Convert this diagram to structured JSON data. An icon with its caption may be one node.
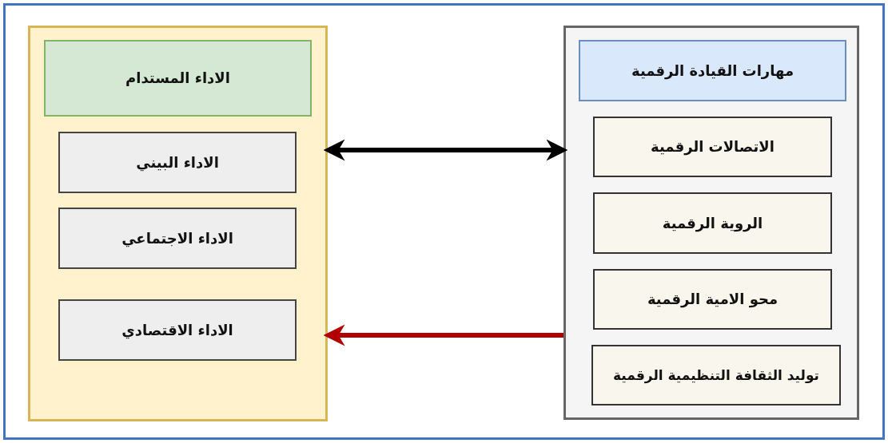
{
  "diagram": {
    "nodes": [
      {
        "text": [],
        "shape": "box"
      },
      {
        "text": [
          "الاداء المستدام"
        ],
        "in": 0
      },
      {
        "text": [
          "الاداء البيني"
        ],
        "in": 0
      },
      {
        "text": [
          "الاداء الاجتماعي"
        ],
        "in": 0
      },
      {
        "text": [
          "الاداء الاقتصادي"
        ],
        "in": 0
      },
      {
        "text": [],
        "shape": "box"
      },
      {
        "text": [
          "مهارات القيادة الرقمية"
        ],
        "in": 5
      },
      {
        "text": [
          "الاتصالات الرقمية"
        ],
        "in": 5
      },
      {
        "text": [
          "الروية الرقمية"
        ],
        "in": 5
      },
      {
        "text": [
          "محو الامية الرقمية"
        ],
        "in": 5
      },
      {
        "text": [
          "توليد الثقافة التنظيمية الرقمية"
        ],
        "in": 5
      }
    ],
    "edges": [
      {
        "from": 0,
        "to": 5,
        "arrow": "both"
      },
      {
        "from": 5,
        "to": 0,
        "arrow": "to",
        "color": "#b20000"
      }
    ]
  }
}
